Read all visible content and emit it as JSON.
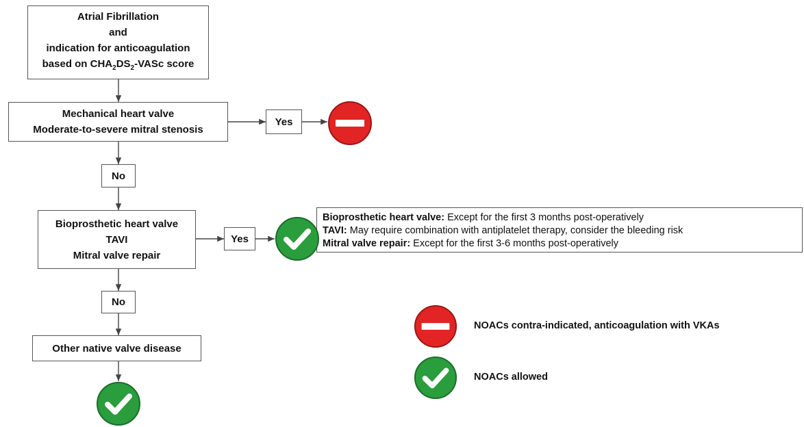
{
  "start": {
    "lines": [
      "Atrial Fibrillation",
      "and",
      "indication for anticoagulation"
    ],
    "score_prefix": "based on CHA",
    "score_sub1": "2",
    "score_mid": "DS",
    "score_sub2": "2",
    "score_suffix": "-VASc score"
  },
  "q1": {
    "lines": [
      "Mechanical heart valve",
      "Moderate-to-severe mitral stenosis"
    ]
  },
  "q1_yes": "Yes",
  "q1_no": "No",
  "q2": {
    "lines": [
      "Bioprosthetic heart valve",
      "TAVI",
      "Mitral valve repair"
    ]
  },
  "q2_yes": "Yes",
  "q2_no": "No",
  "end": {
    "label": "Other native valve disease"
  },
  "notes": [
    {
      "term": "Bioprosthetic heart valve:",
      "text": " Except for the first 3 months post-operatively"
    },
    {
      "term": "TAVI:",
      "text": " May require combination with antiplatelet therapy, consider the bleeding risk"
    },
    {
      "term": "Mitral valve repair:",
      "text": " Except for the first 3-6 months post-operatively"
    }
  ],
  "legend": [
    {
      "icon": "no-entry-icon",
      "label": "NOACs contra-indicated, anticoagulation with VKAs"
    },
    {
      "icon": "check-icon",
      "label": "NOACs allowed"
    }
  ],
  "colors": {
    "red": "#e32424",
    "green": "#2a9d3c",
    "line": "#444444"
  }
}
